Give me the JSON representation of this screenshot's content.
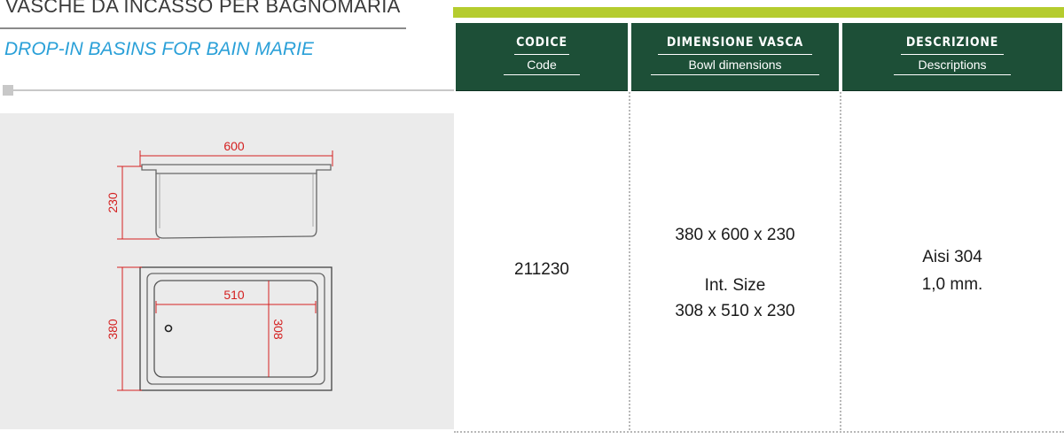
{
  "header": {
    "title_it": "VASCHE DA INCASSO PER BAGNOMARIA",
    "title_en": "DROP-IN BASINS FOR BAIN MARIE"
  },
  "colors": {
    "accent_green_bar": "#b5cc2e",
    "table_header": "#1d4f37",
    "subtitle_blue": "#2aa0d8",
    "dimension_red": "#d42020",
    "drawing_bg": "#ebebeb"
  },
  "drawing": {
    "side_view": {
      "width_label": "600",
      "height_label": "230"
    },
    "top_view": {
      "inner_width_label": "510",
      "depth_label": "380",
      "inner_depth_label": "308"
    }
  },
  "table": {
    "columns": [
      {
        "title": "CODICE",
        "subtitle": "Code"
      },
      {
        "title": "DIMENSIONE VASCA",
        "subtitle": "Bowl dimensions"
      },
      {
        "title": "DESCRIZIONE",
        "subtitle": "Descriptions"
      }
    ],
    "row": {
      "code": "211230",
      "dimensions": "380 x 600 x 230",
      "int_size_label": "Int. Size",
      "int_size": "308 x 510 x 230",
      "material": "Aisi 304",
      "thickness": "1,0 mm."
    }
  }
}
